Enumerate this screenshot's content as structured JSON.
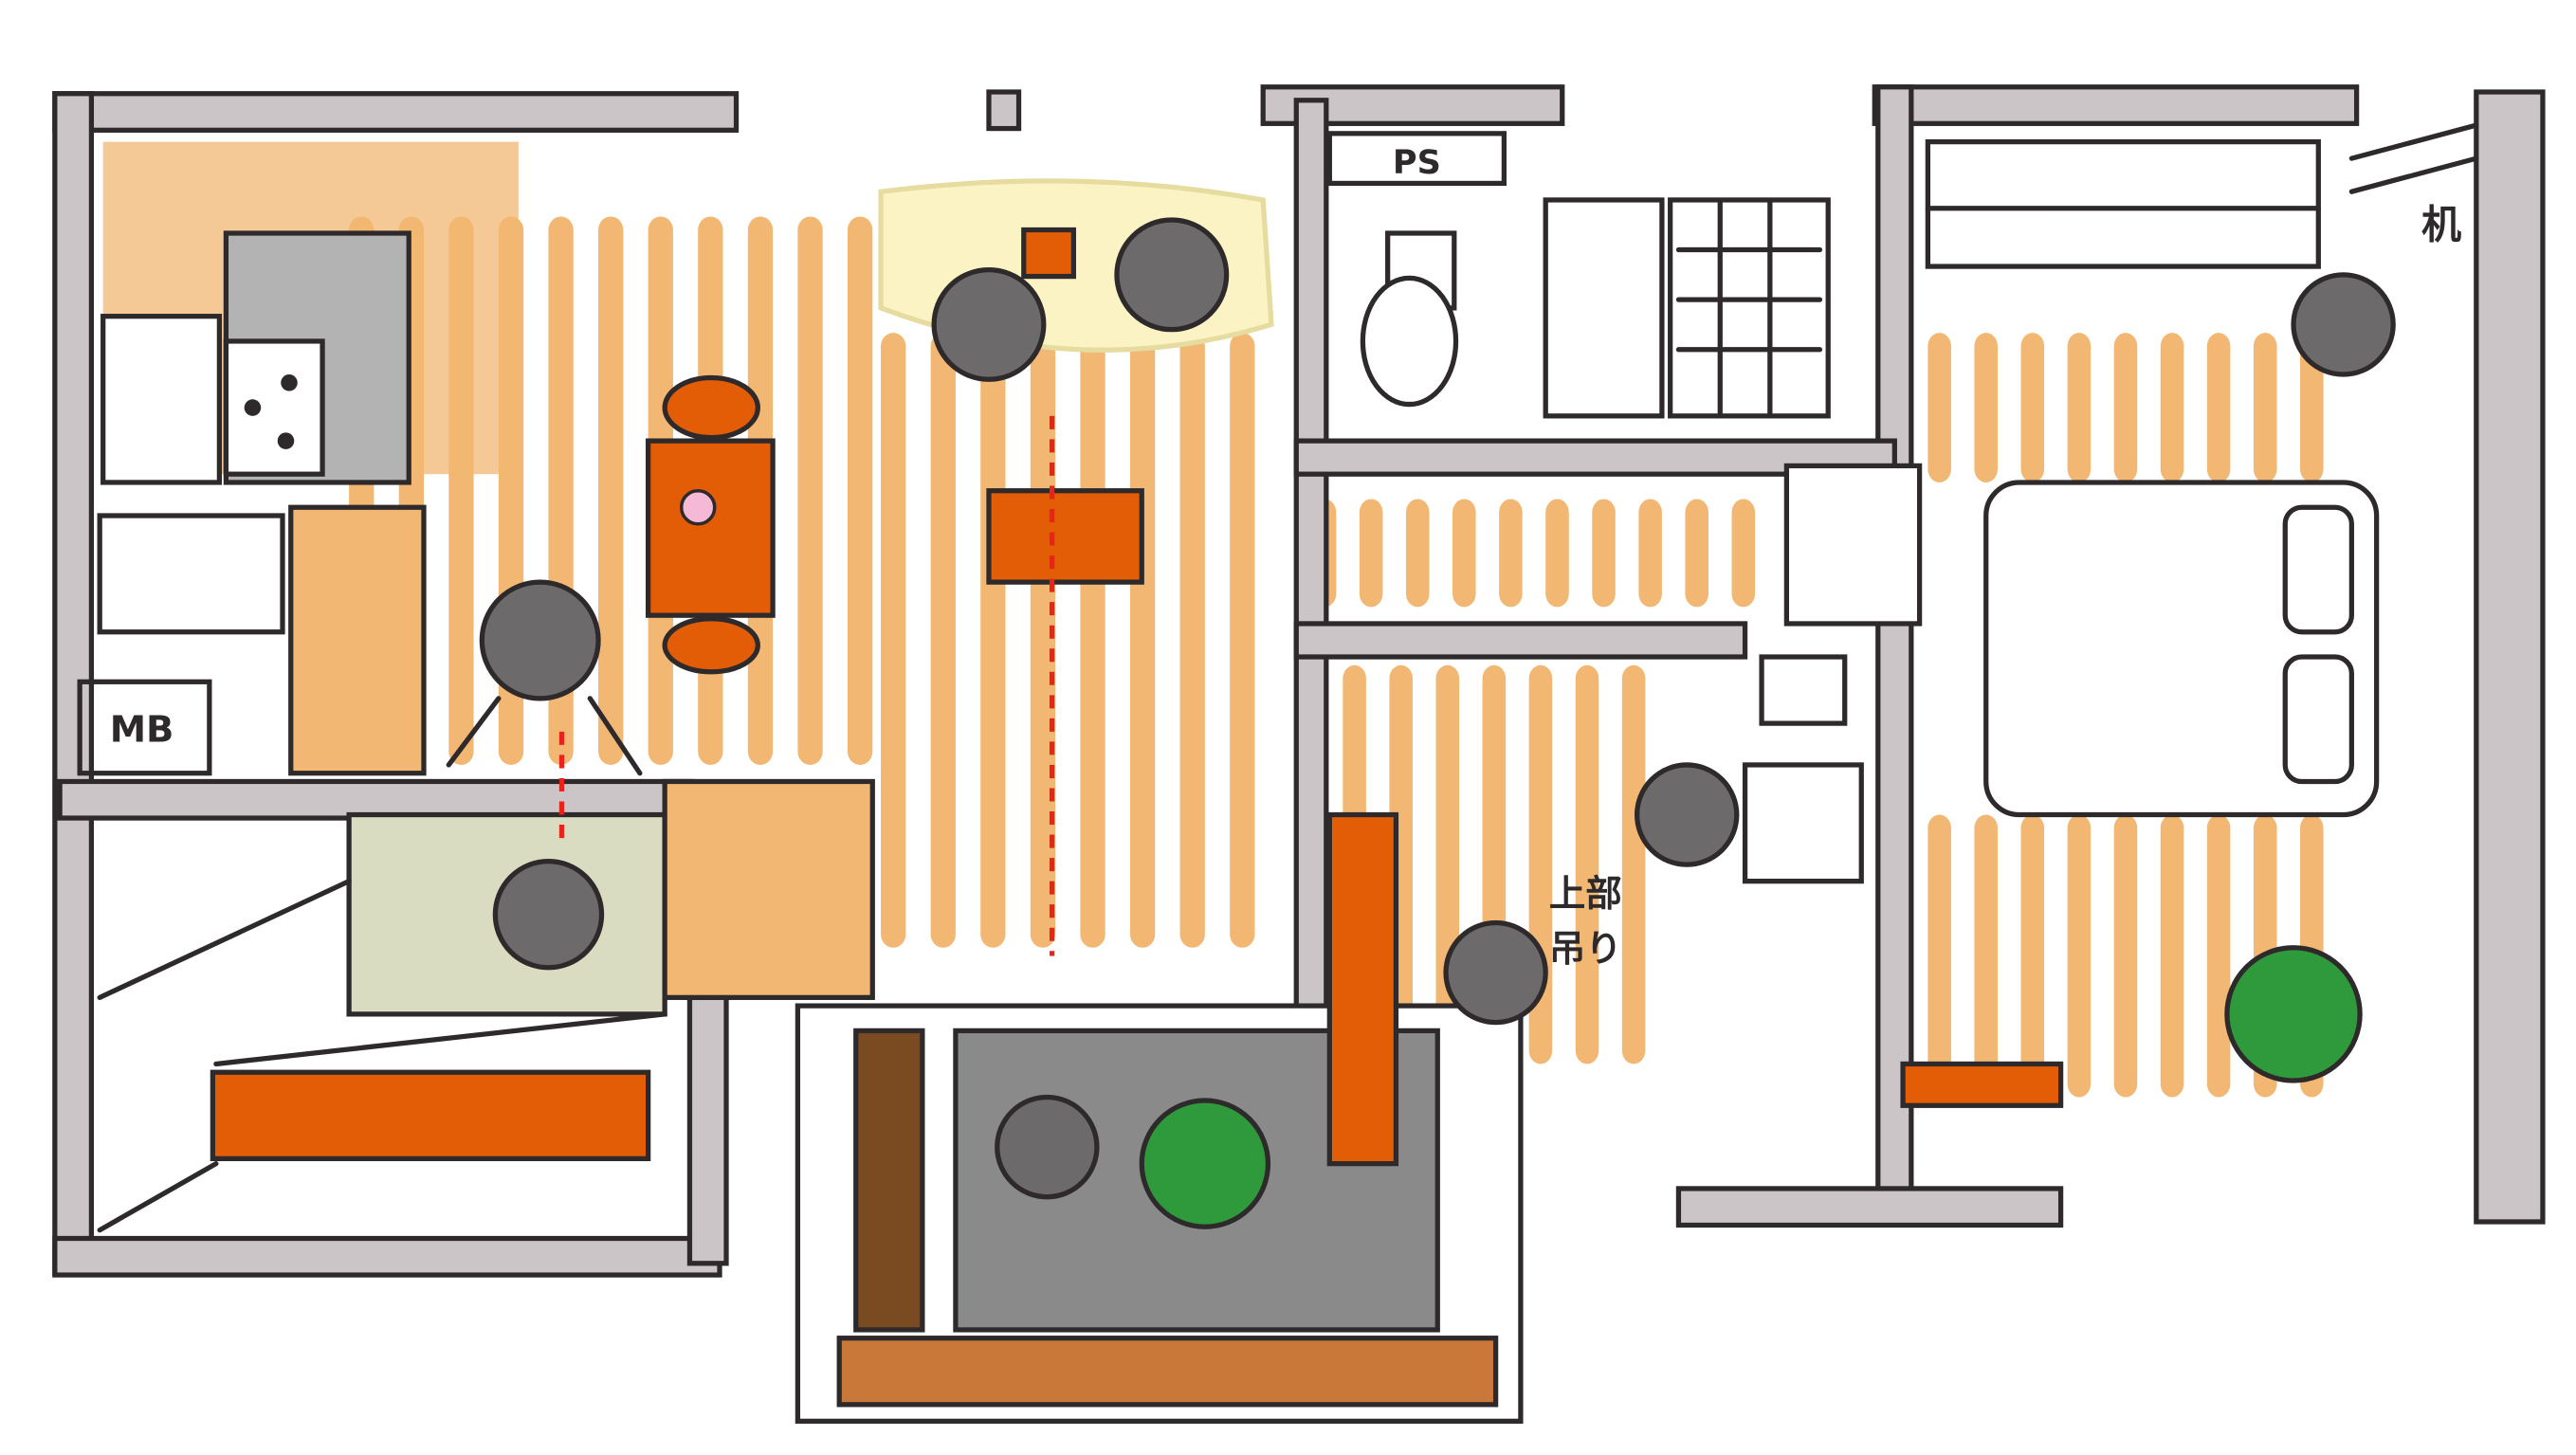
{
  "labels": {
    "mb": "MB",
    "ps": "PS",
    "upper_cabinet_line1": "上部",
    "upper_cabinet_line2": "吊り",
    "desk": "机"
  },
  "colors": {
    "wall": "#cbc5c8",
    "floor_stripe": "#f2b772",
    "furniture_accent": "#e35d06",
    "outline": "#2e2a2b",
    "rug": "#fbf3c4",
    "tile": "#d9dcc0",
    "balcony": "#8a8a8a",
    "plant": "#2f9a3c",
    "light": "#f5c518",
    "motion_arrow": "#e8231b"
  }
}
